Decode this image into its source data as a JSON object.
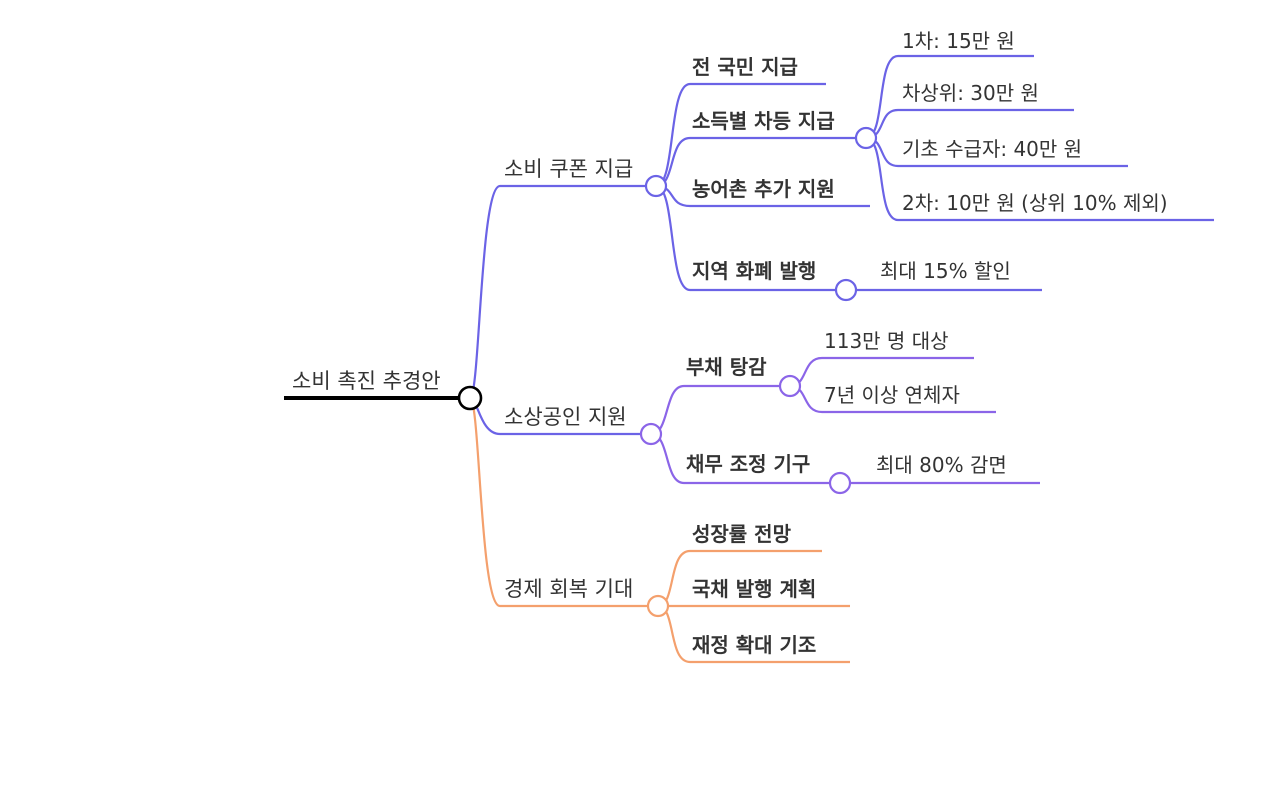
{
  "mindmap": {
    "root": {
      "label": "소비 촉진 추경안",
      "color": "#000000"
    },
    "branches": [
      {
        "label": "소비 쿠폰 지급",
        "color": "#6b63e6",
        "children": [
          {
            "label": "전 국민 지급",
            "children": []
          },
          {
            "label": "소득별 차등 지급",
            "children": [
              {
                "label": "1차: 15만 원"
              },
              {
                "label": "차상위: 30만 원"
              },
              {
                "label": "기초 수급자: 40만 원"
              },
              {
                "label": "2차: 10만 원 (상위 10% 제외)"
              }
            ]
          },
          {
            "label": "농어촌 추가 지원",
            "children": []
          },
          {
            "label": "지역 화폐 발행",
            "children": [
              {
                "label": "최대 15% 할인"
              }
            ]
          }
        ]
      },
      {
        "label": "소상공인 지원",
        "color": "#8b65e8",
        "children": [
          {
            "label": "부채 탕감",
            "children": [
              {
                "label": "113만 명 대상"
              },
              {
                "label": "7년 이상 연체자"
              }
            ]
          },
          {
            "label": "채무 조정 기구",
            "children": [
              {
                "label": "최대 80% 감면"
              }
            ]
          }
        ]
      },
      {
        "label": "경제 회복 기대",
        "color": "#f4a06d",
        "children": [
          {
            "label": "성장률 전망",
            "children": []
          },
          {
            "label": "국채 발행 계획",
            "children": []
          },
          {
            "label": "재정 확대 기조",
            "children": []
          }
        ]
      }
    ]
  }
}
